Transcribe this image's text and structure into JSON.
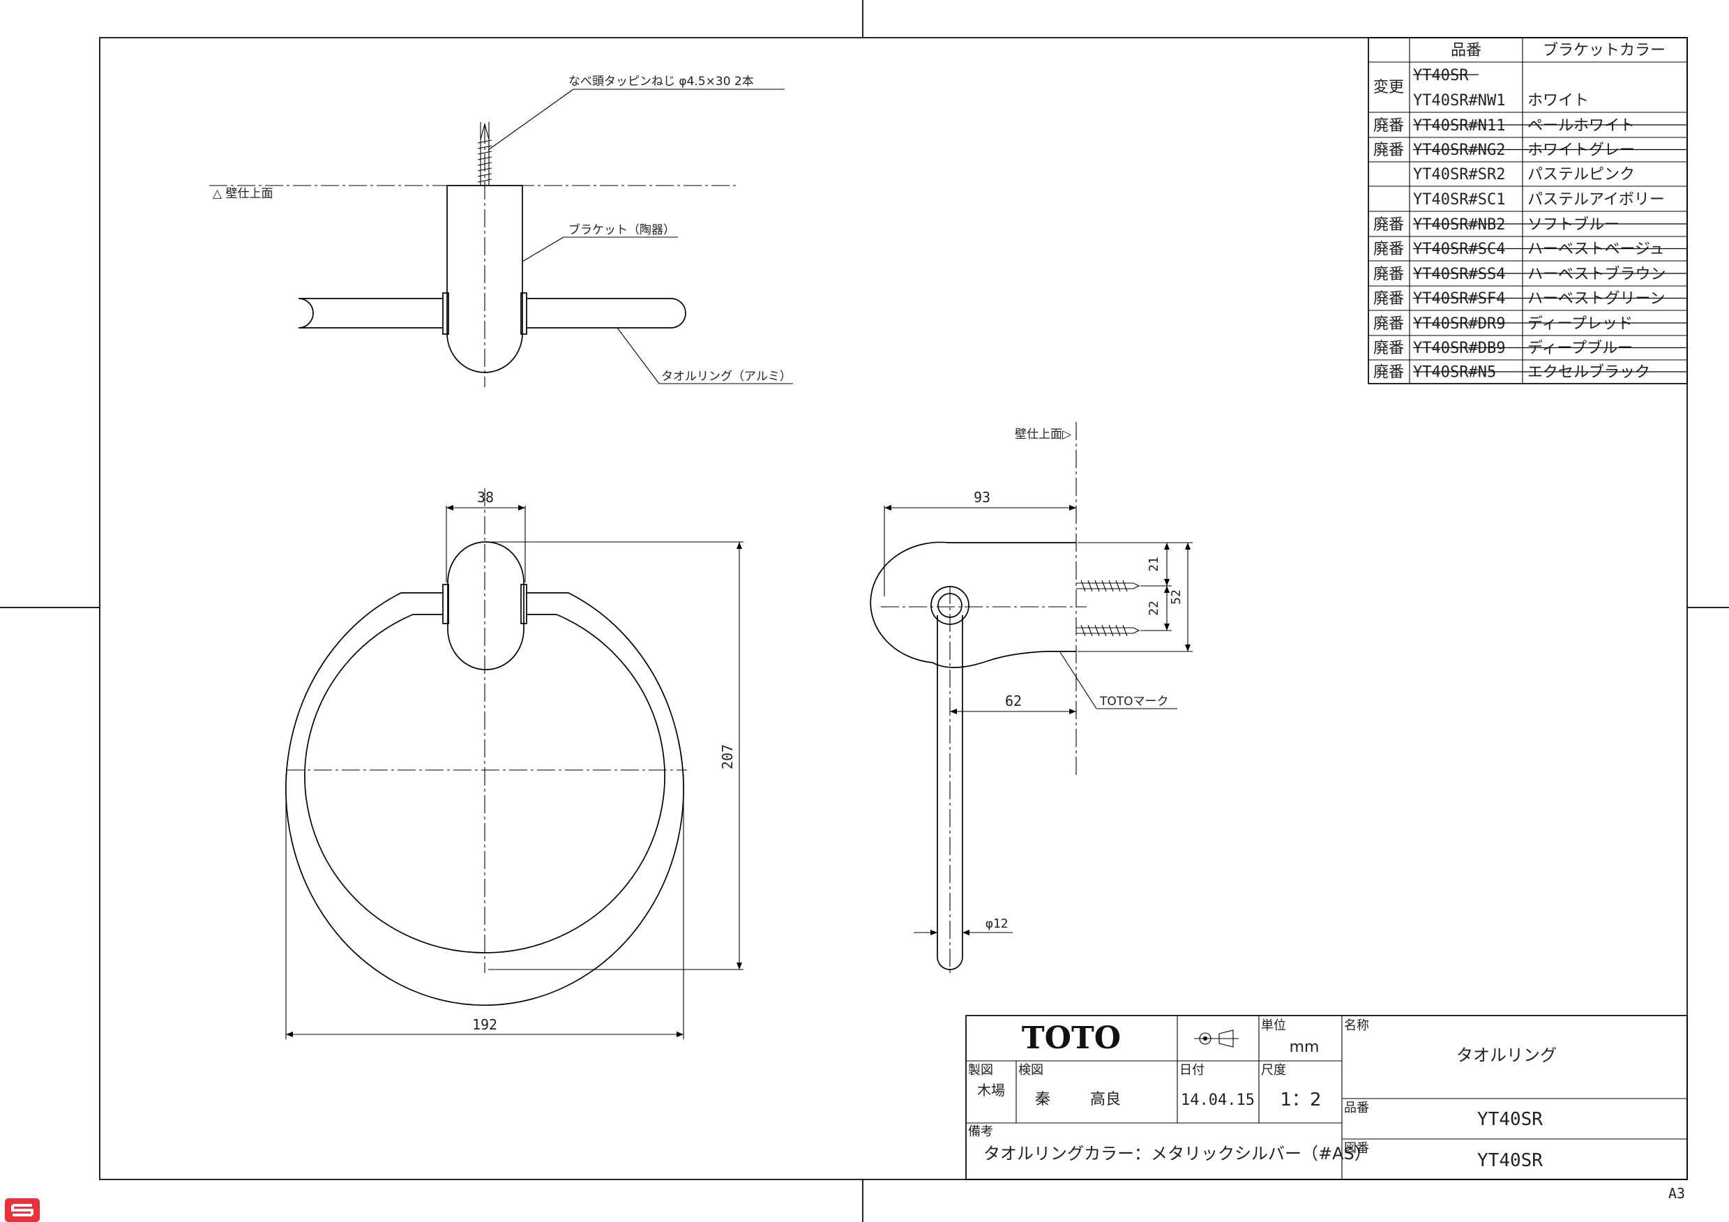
{
  "drawing": {
    "top_view": {
      "screw_label": "なべ頭タッピンねじ φ4.5×30 2本",
      "wall_label": "△ 壁仕上面",
      "bracket_label": "ブラケット（陶器）",
      "ring_label": "タオルリング（アルミ）"
    },
    "front_view": {
      "dim_width_bracket": "38",
      "dim_height": "207",
      "dim_width": "192"
    },
    "side_view": {
      "wall_label": "壁仕上面▷",
      "dim_depth": "93",
      "dim_21": "21",
      "dim_22": "22",
      "dim_52": "52",
      "dim_62": "62",
      "mark_label": "TOTOマーク",
      "dim_dia": "φ12"
    }
  },
  "parts_table": {
    "headers": [
      "",
      "品番",
      "ブラケットカラー"
    ],
    "rows": [
      {
        "status": "",
        "code": "YT40SR",
        "color": "",
        "struck": true
      },
      {
        "status": "変更",
        "code": "YT40SR#NW1",
        "color": "ホワイト",
        "struck": false
      },
      {
        "status": "廃番",
        "code": "YT40SR#N11",
        "color": "ペールホワイト",
        "struck": true
      },
      {
        "status": "廃番",
        "code": "YT40SR#NG2",
        "color": "ホワイトグレー",
        "struck": true
      },
      {
        "status": "",
        "code": "YT40SR#SR2",
        "color": "パステルピンク",
        "struck": false
      },
      {
        "status": "",
        "code": "YT40SR#SC1",
        "color": "パステルアイボリー",
        "struck": false
      },
      {
        "status": "廃番",
        "code": "YT40SR#NB2",
        "color": "ソフトブルー",
        "struck": true
      },
      {
        "status": "廃番",
        "code": "YT40SR#SC4",
        "color": "ハーベストベージュ",
        "struck": true
      },
      {
        "status": "廃番",
        "code": "YT40SR#SS4",
        "color": "ハーベストブラウン",
        "struck": true
      },
      {
        "status": "廃番",
        "code": "YT40SR#SF4",
        "color": "ハーベストグリーン",
        "struck": true
      },
      {
        "status": "廃番",
        "code": "YT40SR#DR9",
        "color": "ディープレッド",
        "struck": true
      },
      {
        "status": "廃番",
        "code": "YT40SR#DB9",
        "color": "ディープブルー",
        "struck": true
      },
      {
        "status": "廃番",
        "code": "YT40SR#N5",
        "color": "エクセルブラック",
        "struck": true
      }
    ]
  },
  "title_block": {
    "logo": "TOTO",
    "unit_label": "単位",
    "unit_value": "mm",
    "name_label": "名称",
    "name_value": "タオルリング",
    "made_label": "製図",
    "made_name": "木場",
    "check_label": "検図",
    "check_name1": "秦",
    "check_name2": "高良",
    "date_label": "日付",
    "date_value": "14.04.15",
    "scale_label": "尺度",
    "scale_value": "1：2",
    "part_label": "品番",
    "part_value": "YT40SR",
    "remarks_label": "備考",
    "remarks_value": "タオルリングカラー：メタリックシルバー（#AS）",
    "drawing_no_label": "図番",
    "drawing_no_value": "YT40SR"
  },
  "sheet_size": "A3"
}
